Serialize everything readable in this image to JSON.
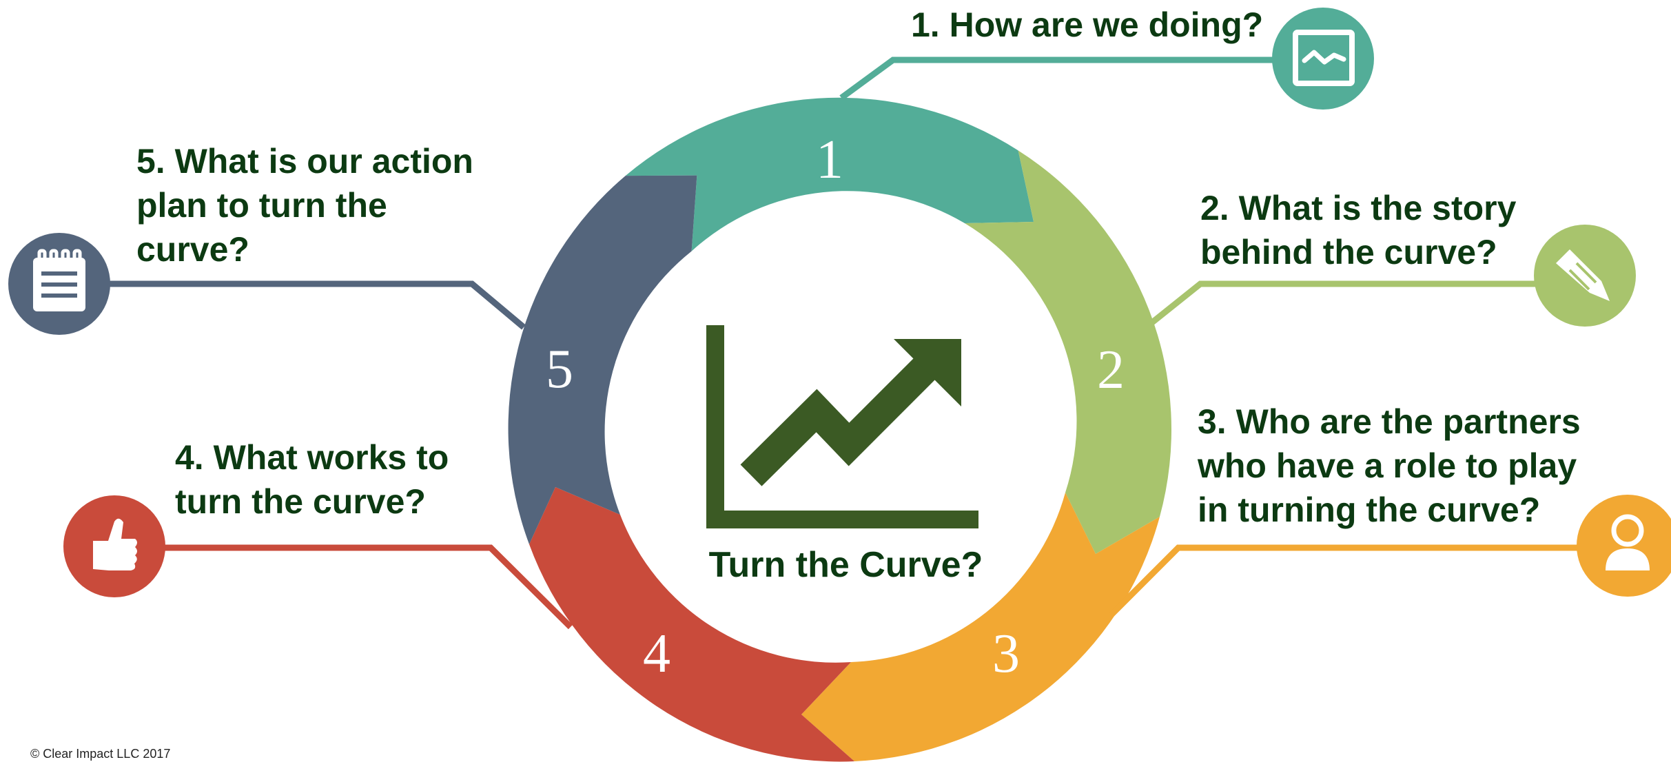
{
  "center": {
    "label": "Turn the Curve?"
  },
  "segments": [
    {
      "number": "1",
      "question": "1. How are we doing?",
      "color": "#53AD98",
      "icon": "line-chart-icon"
    },
    {
      "number": "2",
      "question": "2. What is the story\nbehind the curve?",
      "color": "#A8C46D",
      "icon": "pencil-icon"
    },
    {
      "number": "3",
      "question": "3. Who are the partners\nwho have a role to play\nin turning the curve?",
      "color": "#F2A833",
      "icon": "person-icon"
    },
    {
      "number": "4",
      "question": "4. What works to\nturn the curve?",
      "color": "#C94B3B",
      "icon": "thumbs-up-icon"
    },
    {
      "number": "5",
      "question": "5. What is our action\nplan to turn the\ncurve?",
      "color": "#54657C",
      "icon": "notepad-icon"
    }
  ],
  "colors": {
    "text": "#0C3A12",
    "center_icon": "#3B5A24"
  },
  "copyright": "© Clear Impact LLC 2017"
}
